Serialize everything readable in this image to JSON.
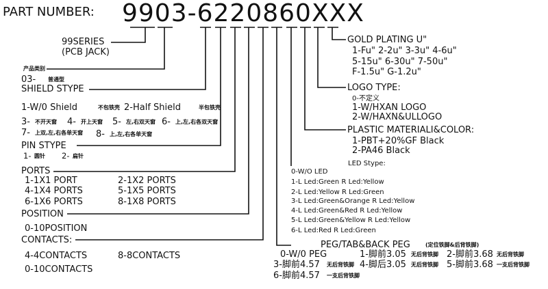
{
  "header": {
    "label": "PART NUMBER:",
    "number": "9903-6220860XXX"
  },
  "series": {
    "l1": "99SERIES",
    "l2": "(PCB JACK)"
  },
  "category": {
    "title": "产品类别",
    "value": "03-",
    "note": "普通型"
  },
  "shield": {
    "title": "SHIELD STYPE",
    "r1a": "1-W/0 Shield",
    "r1an": "不包铁壳",
    "r1b": "2-Half Shield",
    "r1bn": "半包铁壳",
    "r2": [
      [
        "3-",
        "不开天窗"
      ],
      [
        "4-",
        "开上天窗"
      ],
      [
        "5-",
        "左,右双天窗"
      ],
      [
        "6-",
        "上,左,右各双天窗"
      ]
    ],
    "r3": [
      [
        "7-",
        "上双,左,右各单天窗"
      ],
      [
        "8-",
        "上,左,右各单天窗"
      ]
    ]
  },
  "pin": {
    "title": "PIN STYPE",
    "a": "1-",
    "an": "圆针",
    "b": "2-",
    "bn": "扁针"
  },
  "ports": {
    "title": "PORTS",
    "items": [
      "1-1X1 PORT",
      "2-1X2 PORTS",
      "4-1X4 PORTS",
      "5-1X5 PORTS",
      "6-1X6 PORTS",
      "8-1X8 PORTS"
    ]
  },
  "position": {
    "title": "POSITION",
    "value": "0-10POSITION"
  },
  "contacts": {
    "title": "CONTACTS:",
    "items": [
      "4-4CONTACTS",
      "8-8CONTACTS",
      "0-10CONTACTS"
    ]
  },
  "peg": {
    "title": "PEG/TAB&BACK PEG",
    "note": "(定位铁脚&后背铁脚)",
    "items": [
      [
        "0-W/0 PEG",
        ""
      ],
      [
        "1-脚前3.05",
        "无后背铁脚"
      ],
      [
        "2-脚前3.68",
        "无后背铁脚"
      ],
      [
        "3-脚前4.57",
        "无后背铁脚"
      ],
      [
        "4-脚后3.05",
        "无后背铁脚"
      ],
      [
        "5-脚前3.68",
        "一支后背铁脚"
      ],
      [
        "6-脚前4.57",
        "一支后背铁脚"
      ]
    ]
  },
  "led": {
    "title": "LED Stype:",
    "items": [
      "0-W/O LED",
      "1-L Led:Green R Led:Yellow",
      "2-L Led:Yellow R Led:Green",
      "3-L Led:Green&Orange R Led:Yellow",
      "4-L Led:Green&Red R Led:Yellow",
      "5-L Led:Green&Yellow R Led:Yellow",
      "6-L Led:Red R Led:Green"
    ]
  },
  "plastic": {
    "title": "PLASTIC MATERIALI&COLOR:",
    "items": [
      "1-PBT+20%GF Black",
      "2-PA46 Black"
    ]
  },
  "logo": {
    "title": "LOGO TYPE:",
    "items": [
      "0-不定义",
      "1-W/HXAN LOGO",
      "2-W/HAXN&ULLOGO"
    ]
  },
  "gold": {
    "title": "GOLD PLATING U\"",
    "items": [
      "1-Fu\" 2-2u\" 3-3u\" 4-6u\"",
      "5-15u\" 6-30u\" 7-50u\"",
      "F-1.5u\" G-1.2u\""
    ]
  }
}
